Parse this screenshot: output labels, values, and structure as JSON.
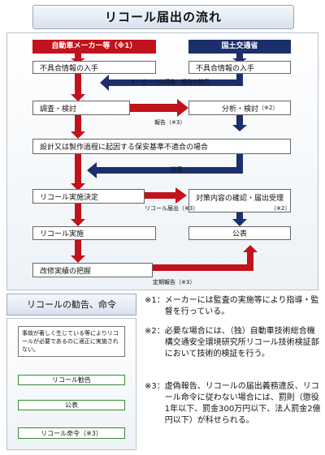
{
  "title": "リコール届出の流れ",
  "headers": {
    "maker": "自動車メーカー等（※1）",
    "mlit": "国土交通省"
  },
  "maker_steps": {
    "receive": "不具合情報の入手",
    "investigate": "調査・検討",
    "judge": "設計又は製作過程に起因する保安基準不適合の場合",
    "decide": "リコール実施決定",
    "execute": "リコール実施",
    "grasp": "改修実績の把握"
  },
  "mlit_steps": {
    "receive": "不具合情報の入手",
    "analyze": "分析・検討",
    "analyze_note": "（※2）",
    "confirm": "対策内容の確認・届出受理",
    "confirm_note": "（※2）",
    "publish": "公表"
  },
  "arrow_labels": {
    "order": "メーカーへの調査・報告の指示",
    "report": "報告（※3）",
    "guidance": "指導",
    "recall_filing": "リコール届出（※3）",
    "periodic": "定期報告（※3）"
  },
  "recommendation": {
    "header": "リコールの勧告、命令",
    "trigger": "事故が著しく生じている等によりリコールが必要であるのに適正に実施されない。",
    "advice": "リコール勧告",
    "publish": "公表",
    "order": "リコール命令（※3）"
  },
  "notes": [
    {
      "mark": "※1：",
      "text": "メーカーには監査の実施等により指導・監督を行っている。"
    },
    {
      "mark": "※2：",
      "text": "必要な場合には、（独）自動車技術総合機構交通安全環境研究所リコール技術検証部において技術的検証を行う。"
    },
    {
      "mark": "※3：",
      "text": "虚偽報告、リコールの届出義務違反、リコール命令に従わない場合には、罰則（懲役1年以下、罰金300万円以下、法人罰金2億円以下）が科せられる。"
    }
  ],
  "colors": {
    "maker_red": "#c2121b",
    "mlit_navy": "#1c2f6a",
    "green": "#3aa335"
  }
}
